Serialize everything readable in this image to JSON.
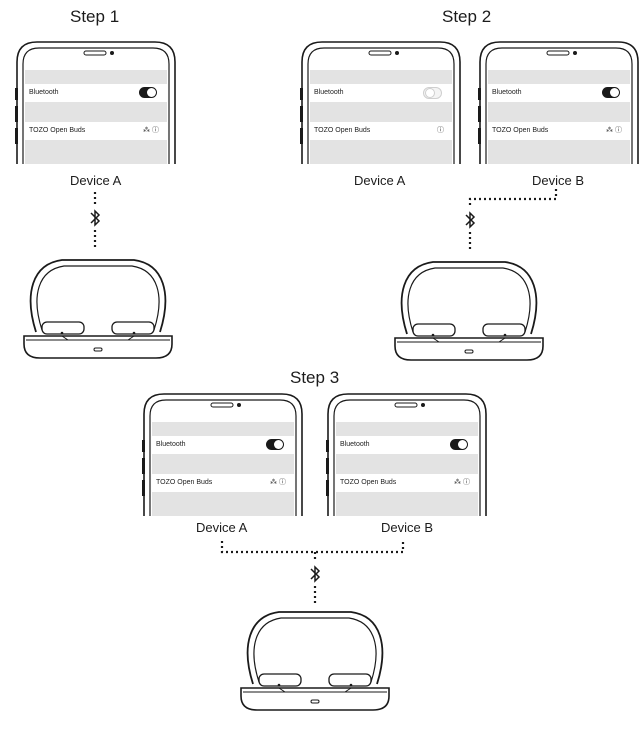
{
  "steps": [
    {
      "title": "Step 1",
      "devices": [
        {
          "label": "Device A",
          "bluetooth_label": "Bluetooth",
          "bluetooth_on": true,
          "device_name": "TOZO Open Buds",
          "connecting": true
        }
      ]
    },
    {
      "title": "Step 2",
      "devices": [
        {
          "label": "Device A",
          "bluetooth_label": "Bluetooth",
          "bluetooth_on": false,
          "device_name": "TOZO Open Buds",
          "connecting": false
        },
        {
          "label": "Device B",
          "bluetooth_label": "Bluetooth",
          "bluetooth_on": true,
          "device_name": "TOZO Open Buds",
          "connecting": true
        }
      ]
    },
    {
      "title": "Step 3",
      "devices": [
        {
          "label": "Device A",
          "bluetooth_label": "Bluetooth",
          "bluetooth_on": true,
          "device_name": "TOZO Open Buds",
          "connecting": true
        },
        {
          "label": "Device B",
          "bluetooth_label": "Bluetooth",
          "bluetooth_on": true,
          "device_name": "TOZO Open Buds",
          "connecting": true
        }
      ]
    }
  ],
  "icons": {
    "bluetooth": "bluetooth-icon",
    "connecting": "spinner-icon",
    "info": "info-icon",
    "earbuds_case": "earbuds-case-icon"
  },
  "colors": {
    "line": "#1a1a1a",
    "screen_bg": "#e3e3e3",
    "row_bg": "#ffffff"
  }
}
